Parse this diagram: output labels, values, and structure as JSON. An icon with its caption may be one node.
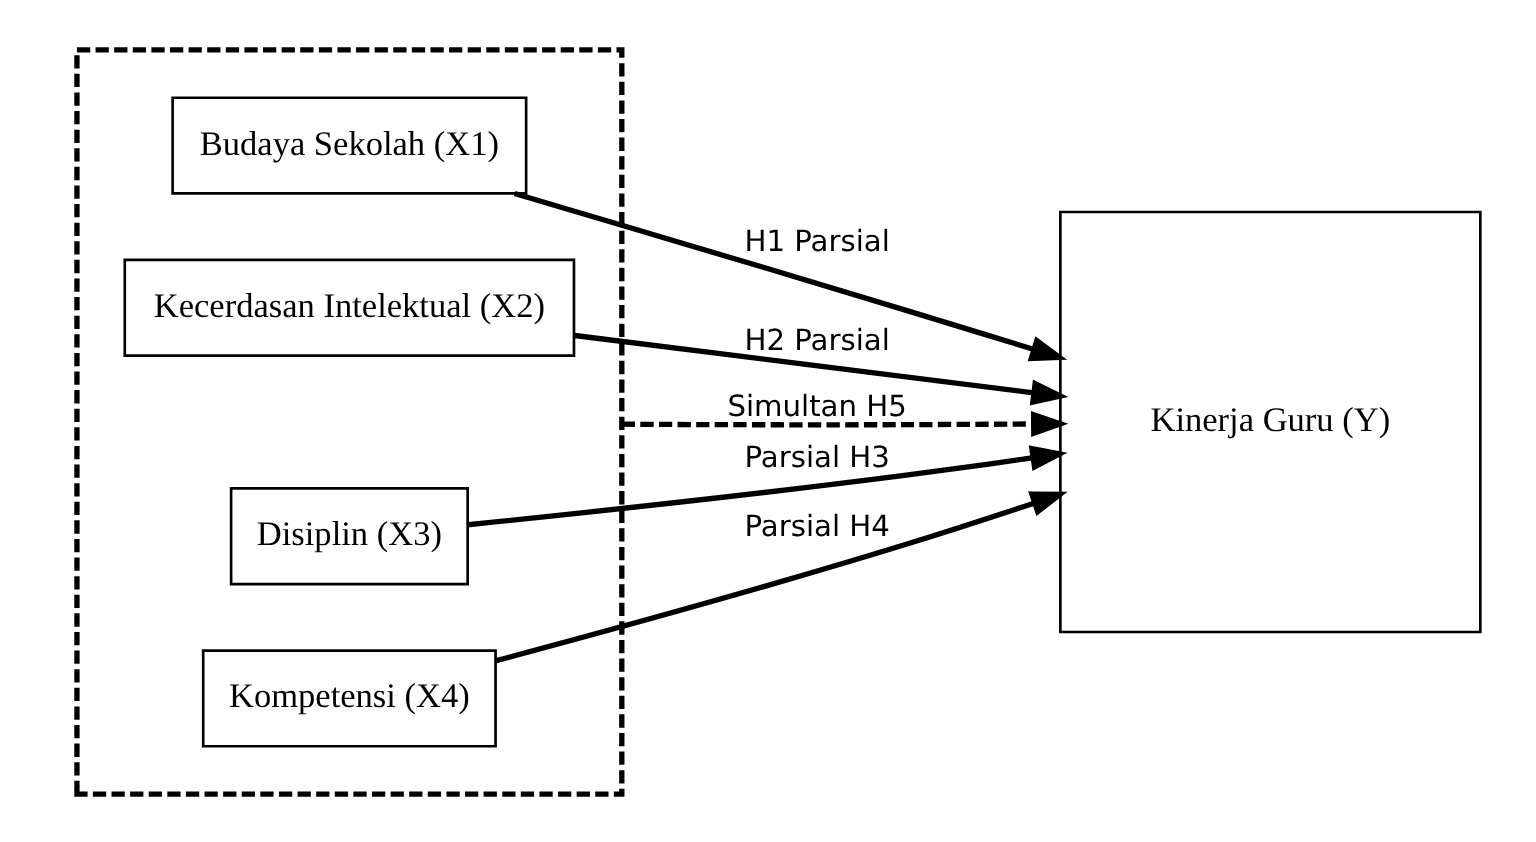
{
  "diagram": {
    "nodes": [
      {
        "text": [],
        "shape": "box"
      },
      {
        "text": [
          "Budaya Sekolah (X1)"
        ],
        "in": 0
      },
      {
        "text": [
          "Kecerdasan Intelektual (X2)"
        ],
        "in": 0
      },
      {
        "text": [
          "Disiplin (X3)"
        ],
        "in": 0
      },
      {
        "text": [
          "Kompetensi (X4)"
        ],
        "in": 0
      },
      {
        "text": [
          "Kinerja Guru (Y)"
        ]
      }
    ],
    "edges": [
      {
        "from": 1,
        "to": 5,
        "arrow": "to",
        "label": "H1 Parsial"
      },
      {
        "from": 2,
        "to": 5,
        "arrow": "to",
        "label": "H2 Parsial"
      },
      {
        "from": 0,
        "to": 5,
        "arrow": "to",
        "label": "Simultan H5",
        "style": "dashed"
      },
      {
        "from": 3,
        "to": 5,
        "arrow": "to",
        "label": "Parsial H3"
      },
      {
        "from": 4,
        "to": 5,
        "arrow": "to",
        "label": "Parsial H4"
      }
    ]
  }
}
